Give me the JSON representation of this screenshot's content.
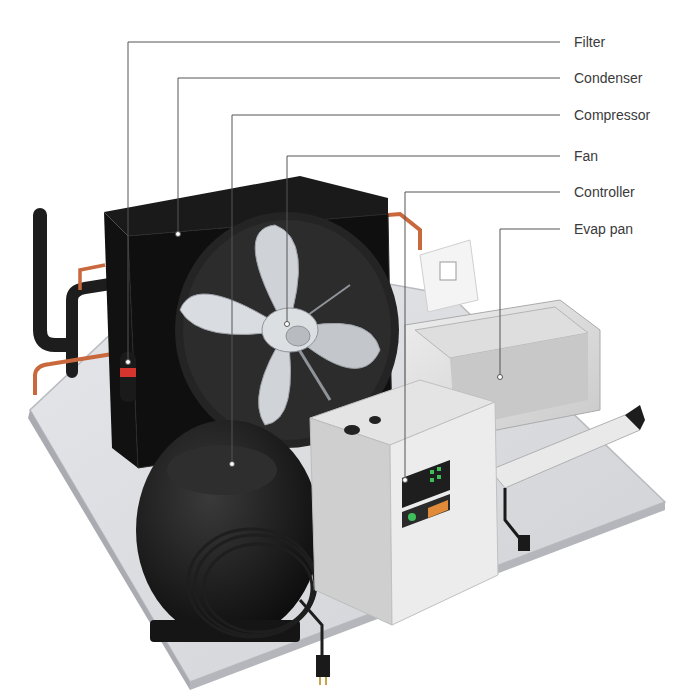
{
  "diagram": {
    "labels": [
      "Filter",
      "Condenser",
      "Compressor",
      "Fan",
      "Controller",
      "Evap pan"
    ]
  }
}
